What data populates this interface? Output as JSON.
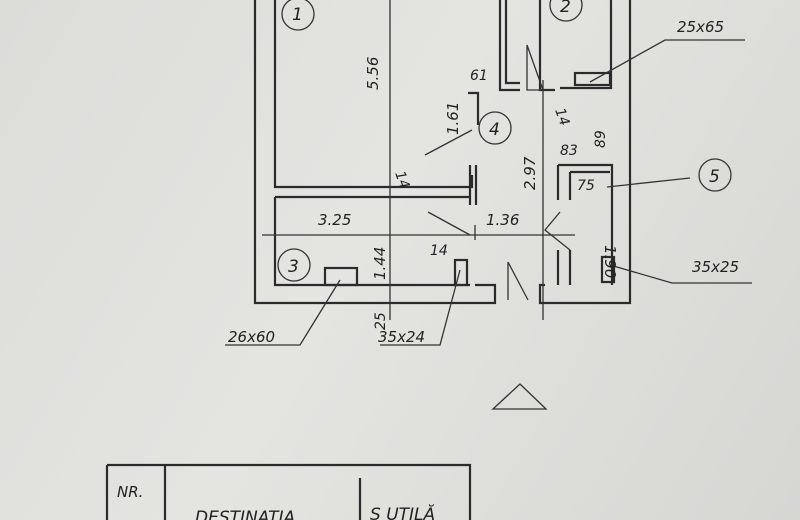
{
  "rooms": [
    "1",
    "2",
    "3",
    "4",
    "5"
  ],
  "dimensions": {
    "room1_length": "5.56",
    "room3_width": "3.25",
    "room3_depth": "1.44",
    "hall_length": "2.97",
    "hall_width": "1.36",
    "hall_side": "1.61",
    "wall_61": "61",
    "wall_14_a": "14",
    "wall_14_b": "14",
    "wall_14_c": "14",
    "bath_83": "83",
    "bath_89": "89",
    "bath_75": "75",
    "bath_190": "1.90",
    "outer_25": "25"
  },
  "callouts": {
    "duct_top": "25x65",
    "duct_right": "35x25",
    "duct_left": "26x60",
    "duct_mid": "35x24"
  },
  "table": {
    "col_nr": "NR.",
    "col_dest": "DESTINATIA",
    "col_area": "S UTILĂ"
  }
}
